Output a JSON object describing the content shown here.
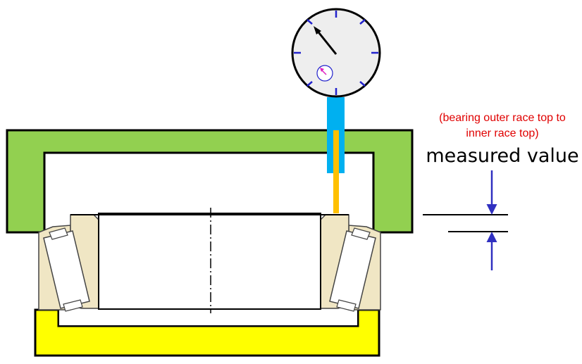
{
  "annotation": {
    "note_line_1": "(bearing outer race top to",
    "note_line_2": "inner race top)",
    "measured_label": "measured value"
  },
  "colors": {
    "outer_housing": "#92d050",
    "base_plate": "#ffff00",
    "bearing_race": "#f0e6c4",
    "indicator_stem": "#00b0f0",
    "indicator_plunger": "#ffc000",
    "dial_face": "#eeeeee",
    "dial_ticks": "#2222cc",
    "sub_pointer": "#e020c0",
    "dimension_arrows": "#3030c0",
    "note_text": "#e00000"
  },
  "icons": {
    "dial_indicator": "dial-indicator-icon"
  }
}
